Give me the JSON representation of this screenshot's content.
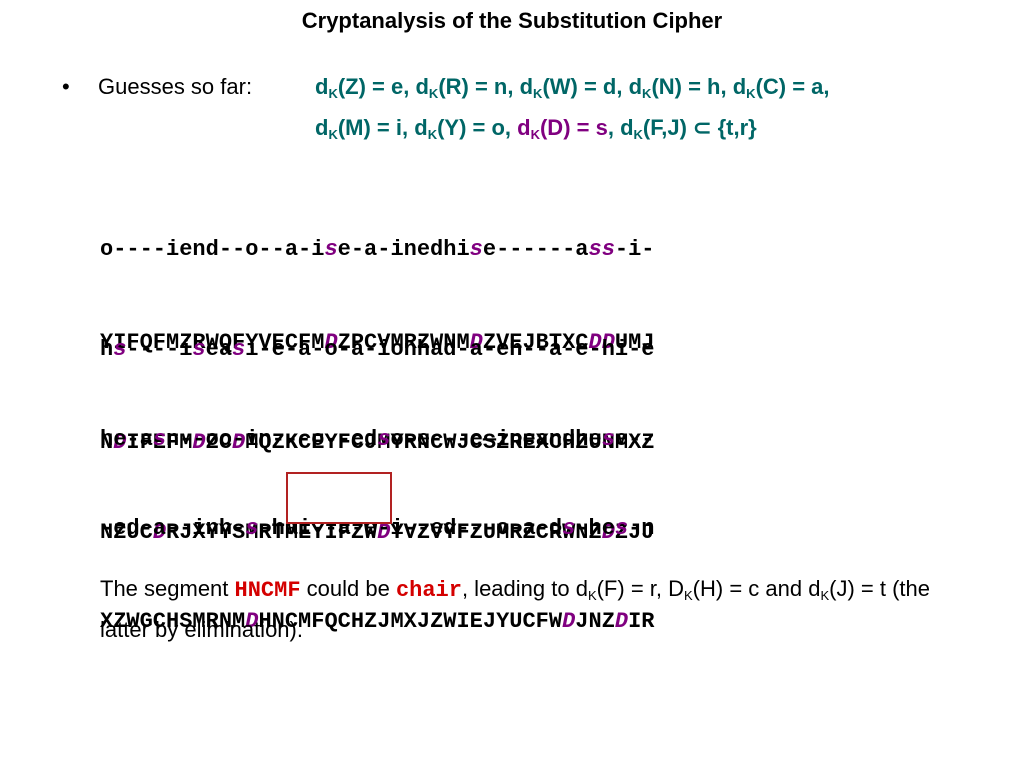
{
  "title": "Cryptanalysis of the Substitution Cipher",
  "bullet": "•",
  "guesses_label": "Guesses so far:",
  "guesses": {
    "line1": [
      {
        "text": "d",
        "sub": "K",
        "rest": "(Z) = e, "
      },
      {
        "text": "d",
        "sub": "K",
        "rest": "(R) = n, "
      },
      {
        "text": "d",
        "sub": "K",
        "rest": "(W) = d, "
      },
      {
        "text": "d",
        "sub": "K",
        "rest": "(N) = h, "
      },
      {
        "text": "d",
        "sub": "K",
        "rest": "(C) = a,"
      }
    ],
    "line2": [
      {
        "text": "d",
        "sub": "K",
        "rest": "(M) = i, "
      },
      {
        "text": "d",
        "sub": "K",
        "rest": "(Y) = o, "
      },
      {
        "text": "d",
        "sub": "K",
        "rest": "(D) = s",
        "purple": true
      },
      {
        "text": ", d",
        "sub": "K",
        "rest": "(F,J) ⊂ {t,r}"
      }
    ]
  },
  "blocks": [
    {
      "plain": [
        [
          "o----iend--o--a-i",
          0
        ],
        [
          "s",
          1
        ],
        [
          "e-a-inedhi",
          0
        ],
        [
          "s",
          1
        ],
        [
          "e------a",
          0
        ],
        [
          "ss",
          1
        ],
        [
          "-i-",
          0
        ]
      ],
      "cipher": [
        [
          "YIFQFMZRWQFYVECFM",
          0
        ],
        [
          "D",
          1
        ],
        [
          "ZPCVMRZWNM",
          0
        ],
        [
          "D",
          1
        ],
        [
          "ZVEJBTXC",
          0
        ],
        [
          "DD",
          1
        ],
        [
          "UMJ",
          0
        ]
      ]
    },
    {
      "plain": [
        [
          "h",
          0
        ],
        [
          "s",
          1
        ],
        [
          "----i",
          0
        ],
        [
          "s",
          1
        ],
        [
          "ea",
          0
        ],
        [
          "s",
          1
        ],
        [
          "i-e-a-o-a-ionhad-a-en--a-e-hi-e",
          0
        ]
      ],
      "cipher": [
        [
          "N",
          0
        ],
        [
          "D",
          1
        ],
        [
          "IFEFM",
          0
        ],
        [
          "D",
          1
        ],
        [
          "ZC",
          0
        ],
        [
          "D",
          1
        ],
        [
          "MQZKCEYFCJMYRNCWJCSZREXCHZUNMXZ",
          0
        ]
      ]
    },
    {
      "plain": [
        [
          "he-a",
          0
        ],
        [
          "s",
          1
        ],
        [
          "n--oo-in---o--ed",
          0
        ],
        [
          "s",
          1
        ],
        [
          "o-e---e—ineandhe",
          0
        ],
        [
          "s",
          1
        ],
        [
          "e--",
          0
        ]
      ],
      "cipher": [
        [
          "NZUC",
          0
        ],
        [
          "D",
          1
        ],
        [
          "RJXYYSMRTMEYIFZW",
          0
        ],
        [
          "D",
          1
        ],
        [
          "YVZVYFZUMRZCRWNZ",
          0
        ],
        [
          "D",
          1
        ],
        [
          "ZJJ",
          0
        ]
      ]
    },
    {
      "plain": [
        [
          "-ed-a--inh-",
          0
        ],
        [
          "s",
          1
        ],
        [
          "-hai--a-e-i--ed---o-a-d",
          0
        ],
        [
          "s",
          1
        ],
        [
          "-he",
          0
        ],
        [
          "s",
          1
        ],
        [
          "-n",
          0
        ]
      ],
      "cipher": [
        [
          "XZWGCHSMRNM",
          0
        ],
        [
          "D",
          1
        ],
        [
          "HNCMFQCHZJMXJZWIEJYUCFW",
          0
        ],
        [
          "D",
          1
        ],
        [
          "JNZ",
          0
        ],
        [
          "D",
          1
        ],
        [
          "IR",
          0
        ]
      ]
    }
  ],
  "conclusion": {
    "p1": "The segment ",
    "seg": "HNCMF",
    "p2": " could be ",
    "word": "chair",
    "p3": ", leading to d",
    "sub1": "K",
    "p4": "(F) = r, D",
    "sub2": "K",
    "p5": "(H) = c and d",
    "sub3": "K",
    "p6": "(J) = t (the latter by elimination)."
  },
  "colors": {
    "guess": "#006666",
    "highlight": "#800080",
    "red": "#d40000",
    "box": "#b22222"
  }
}
